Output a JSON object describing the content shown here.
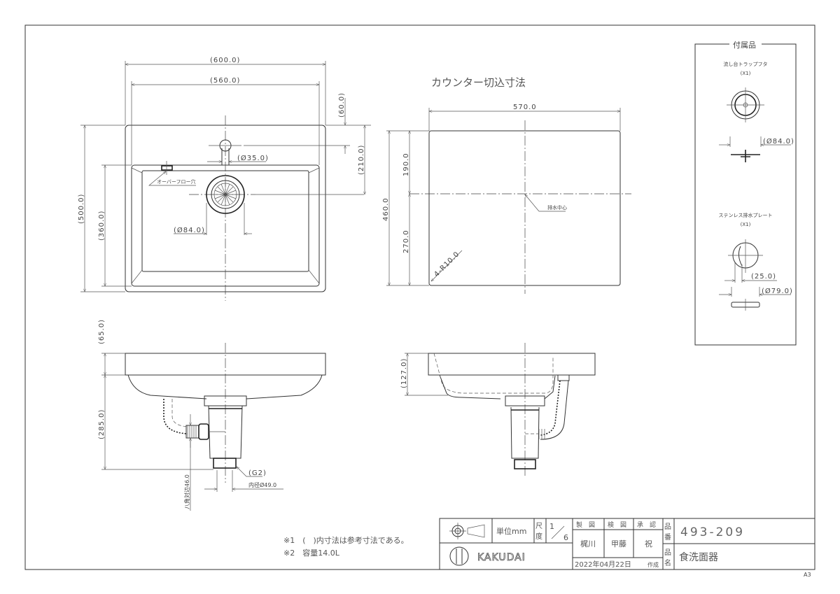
{
  "sheet_size": "A3",
  "plan_view": {
    "dims": {
      "overall_width": "(600.0)",
      "bowl_width": "(560.0)",
      "faucet_offset": "(60.0)",
      "drain_offset": "(210.0)",
      "overall_depth": "(500.0)",
      "bowl_depth": "(360.0)",
      "faucet_hole": "(Ø35.0)",
      "drain_dia": "(Ø84.0)"
    },
    "overflow_label": "オーバーフロー穴"
  },
  "cutout_view": {
    "title": "カウンター切込寸法",
    "dims": {
      "width": "570.0",
      "depth": "460.0",
      "upper": "190.0",
      "lower": "270.0",
      "radius": "4-R10.0"
    },
    "drain_center_label": "排水中心"
  },
  "front_view": {
    "dims": {
      "rim": "(65.0)",
      "height": "(285.0)",
      "hex": "八角対辺46.0",
      "thread": "(G2)",
      "inner_dia": "内径Ø49.0"
    }
  },
  "side_view": {
    "dims": {
      "bowl_depth": "(127.0)"
    }
  },
  "accessories": {
    "title": "付属品",
    "items": [
      {
        "name": "流し台トラップフタ",
        "qty": "(X1)",
        "dims": [
          "(Ø84.0)"
        ]
      },
      {
        "name": "ステンレス排水プレート",
        "qty": "(X1)",
        "dims": [
          "(25.0)",
          "(Ø79.0)"
        ]
      }
    ]
  },
  "notes": [
    "※1　(　)内寸法は参考寸法である。",
    "※2　容量14.0L"
  ],
  "title_block": {
    "unit": "単位mm",
    "scale_label_1": "尺",
    "scale_label_2": "度",
    "scale_num": "1",
    "scale_den": "6",
    "drawn_label": "製　図",
    "checked_label": "検　図",
    "approved_label": "承　認",
    "drawn_by": "梶川",
    "checked_by": "甲藤",
    "approved_by": "祝",
    "date": "2022年04月22日",
    "created_label": "作成",
    "part_no_label_1": "品",
    "part_no_label_2": "番",
    "part_no": "493-209",
    "part_name_label_1": "品",
    "part_name_label_2": "名",
    "part_name": "食洗面器",
    "logo": "KAKUDAI"
  }
}
